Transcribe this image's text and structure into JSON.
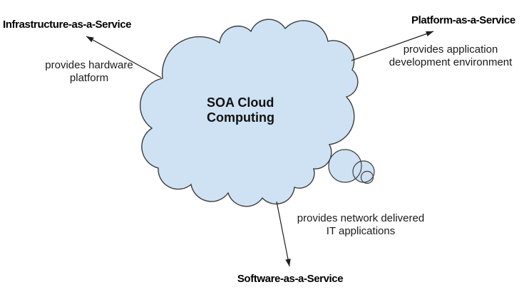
{
  "colors": {
    "background": "#ffffff",
    "cloud_fill": "#cfe2f3",
    "outline": "#3d3d3d",
    "arrow": "#1f1f1f",
    "text": "#1a1a1a"
  },
  "cloud": {
    "label_line1": "SOA Cloud",
    "label_line2": "Computing"
  },
  "nodes": {
    "iaas": {
      "title": "Infrastructure-as-a-Service",
      "desc_line1": "provides hardware",
      "desc_line2": "platform"
    },
    "paas": {
      "title": "Platform-as-a-Service",
      "desc_line1": "provides application",
      "desc_line2": "development environment"
    },
    "saas": {
      "title": "Software-as-a-Service",
      "desc_line1": "provides network delivered",
      "desc_line2": "IT applications"
    }
  }
}
